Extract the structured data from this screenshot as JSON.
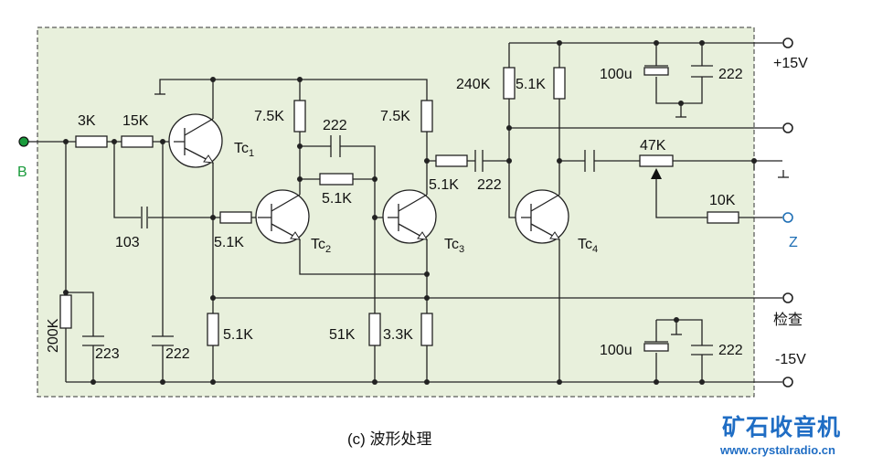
{
  "circuit": {
    "terminals": {
      "input": "B",
      "plus_supply": "+15V",
      "output_z": "Z",
      "check": "检查",
      "minus_supply": "-15V"
    },
    "transistors": [
      {
        "name": "Tc",
        "sub": "1"
      },
      {
        "name": "Tc",
        "sub": "2"
      },
      {
        "name": "Tc",
        "sub": "3"
      },
      {
        "name": "Tc",
        "sub": "4"
      }
    ],
    "resistors": {
      "r_3k": "3K",
      "r_15k": "15K",
      "r_200k": "200K",
      "r_tc2_base": "5.1K",
      "r_tc1_emitter": "5.1K",
      "r_tc2_collector": "7.5K",
      "r_feedback": "5.1K",
      "r_51k": "51K",
      "r_3_3k": "3.3K",
      "r_tc3_collector": "7.5K",
      "r_coupling": "5.1K",
      "r_240k": "240K",
      "r_tc4_collector": "5.1K",
      "r_pot": "47K",
      "r_10k": "10K"
    },
    "capacitors": {
      "c_103": "103",
      "c_223": "223",
      "c_222_left": "222",
      "c_222_speedup": "222",
      "c_222_coupling": "222",
      "c_100u_top": "100u",
      "c_222_top": "222",
      "c_100u_bottom": "100u",
      "c_222_bottom": "222"
    }
  },
  "caption": "(c) 波形处理",
  "watermark": {
    "logo_text": "矿石收音机",
    "url": "www.crystalradio.cn"
  },
  "colors": {
    "panel_background": "#e8f0dc",
    "input_terminal": "#1a9b3c",
    "output_z": "#1f6fb5",
    "watermark": "#1f6dc4"
  }
}
